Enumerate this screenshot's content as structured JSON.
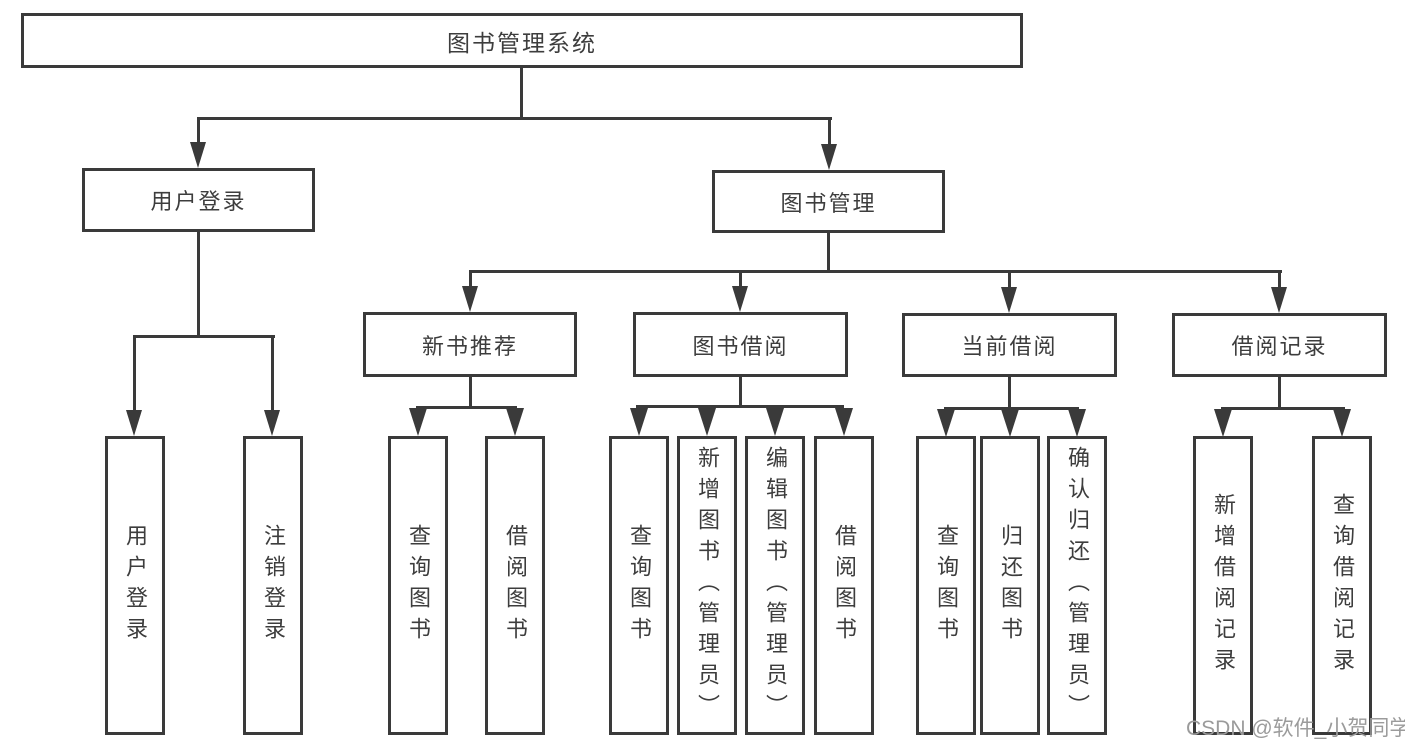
{
  "diagram": {
    "root_label": "图书管理系统",
    "user_login_label": "用户登录",
    "book_mgmt_label": "图书管理",
    "branches": [
      "新书推荐",
      "图书借阅",
      "当前借阅",
      "借阅记录"
    ],
    "user_login_children": [
      "用户登录",
      "注销登录"
    ],
    "new_book_children": [
      "查询图书",
      "借阅图书"
    ],
    "book_borrow_children": [
      "查询图书",
      "新增图书（管理员）",
      "编辑图书（管理员）",
      "借阅图书"
    ],
    "current_borrow_children": [
      "查询图书",
      "归还图书",
      "确认归还（管理员）"
    ],
    "borrow_record_children": [
      "新增借阅记录",
      "查询借阅记录"
    ]
  },
  "watermark": {
    "text": "CSDN @软件_小贺同学"
  },
  "colors": {
    "line": "#3a3a3a",
    "text": "#3d3d3d",
    "watermark": "#9b9b9b",
    "background": "#ffffff"
  }
}
